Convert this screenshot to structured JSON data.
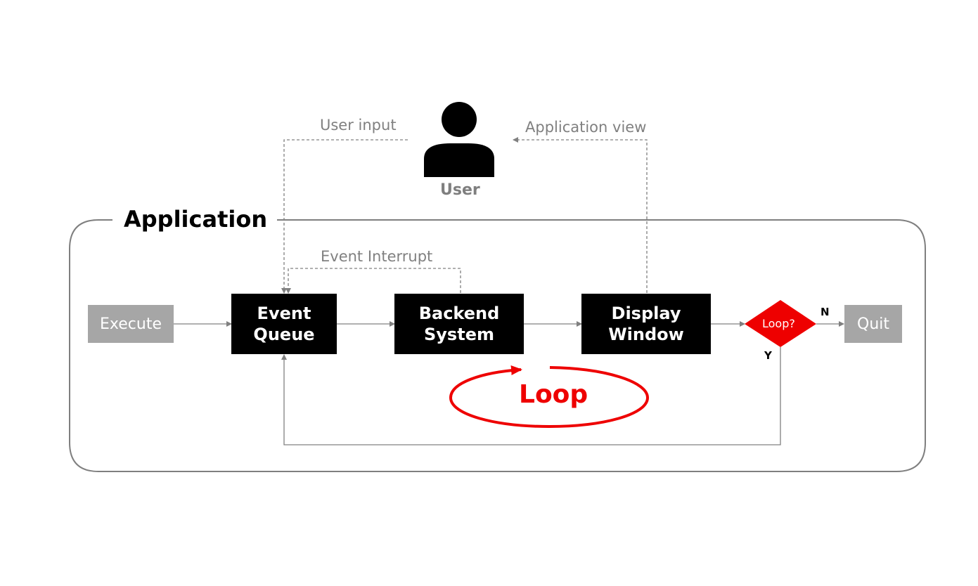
{
  "app_title": "Application",
  "user": {
    "label": "User",
    "icon": "user-icon"
  },
  "arrows": {
    "user_input": "User input",
    "application_view": "Application view",
    "event_interrupt": "Event Interrupt"
  },
  "nodes": {
    "execute": "Execute",
    "event_queue": "Event\nQueue",
    "backend_system": "Backend\nSystem",
    "display_window": "Display\nWindow",
    "decision": "Loop?",
    "quit": "Quit"
  },
  "branches": {
    "no": "N",
    "yes": "Y"
  },
  "loop_label": "Loop",
  "colors": {
    "process_box": "#000000",
    "terminal_box": "#a6a6a6",
    "decision": "#ee0000",
    "loop": "#ee0000",
    "connector": "#808080"
  }
}
